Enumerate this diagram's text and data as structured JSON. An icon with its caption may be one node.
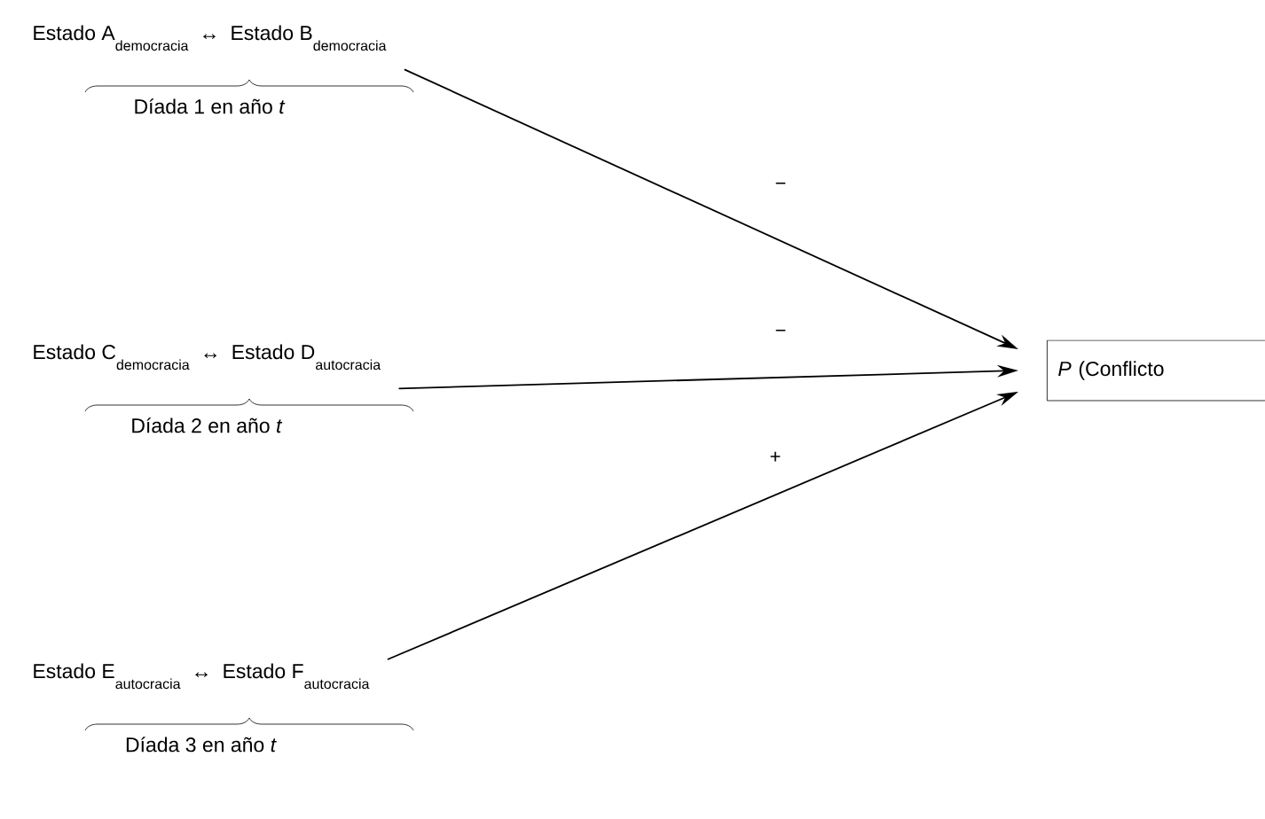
{
  "diagram": {
    "nodes": [
      {
        "text": [
          "Estado A",
          "democracia",
          "↔",
          "Estado B",
          "democracia",
          "Díada 1 en año *t*"
        ]
      },
      {
        "text": [
          "Estado C",
          "democracia",
          "↔",
          "Estado D",
          "autocracia",
          "Díada 2 en año *t*"
        ]
      },
      {
        "text": [
          "Estado E",
          "autocracia",
          "↔",
          "Estado F",
          "autocracia",
          "Díada 3 en año *t*"
        ]
      },
      {
        "text": [
          "*P* (Conflicto"
        ]
      }
    ],
    "edges": [
      {
        "from": 0,
        "to": 3,
        "arrow": "to",
        "label": "−"
      },
      {
        "from": 1,
        "to": 3,
        "arrow": "to",
        "label": "−"
      },
      {
        "from": 2,
        "to": 3,
        "arrow": "to",
        "label": "+"
      }
    ]
  }
}
